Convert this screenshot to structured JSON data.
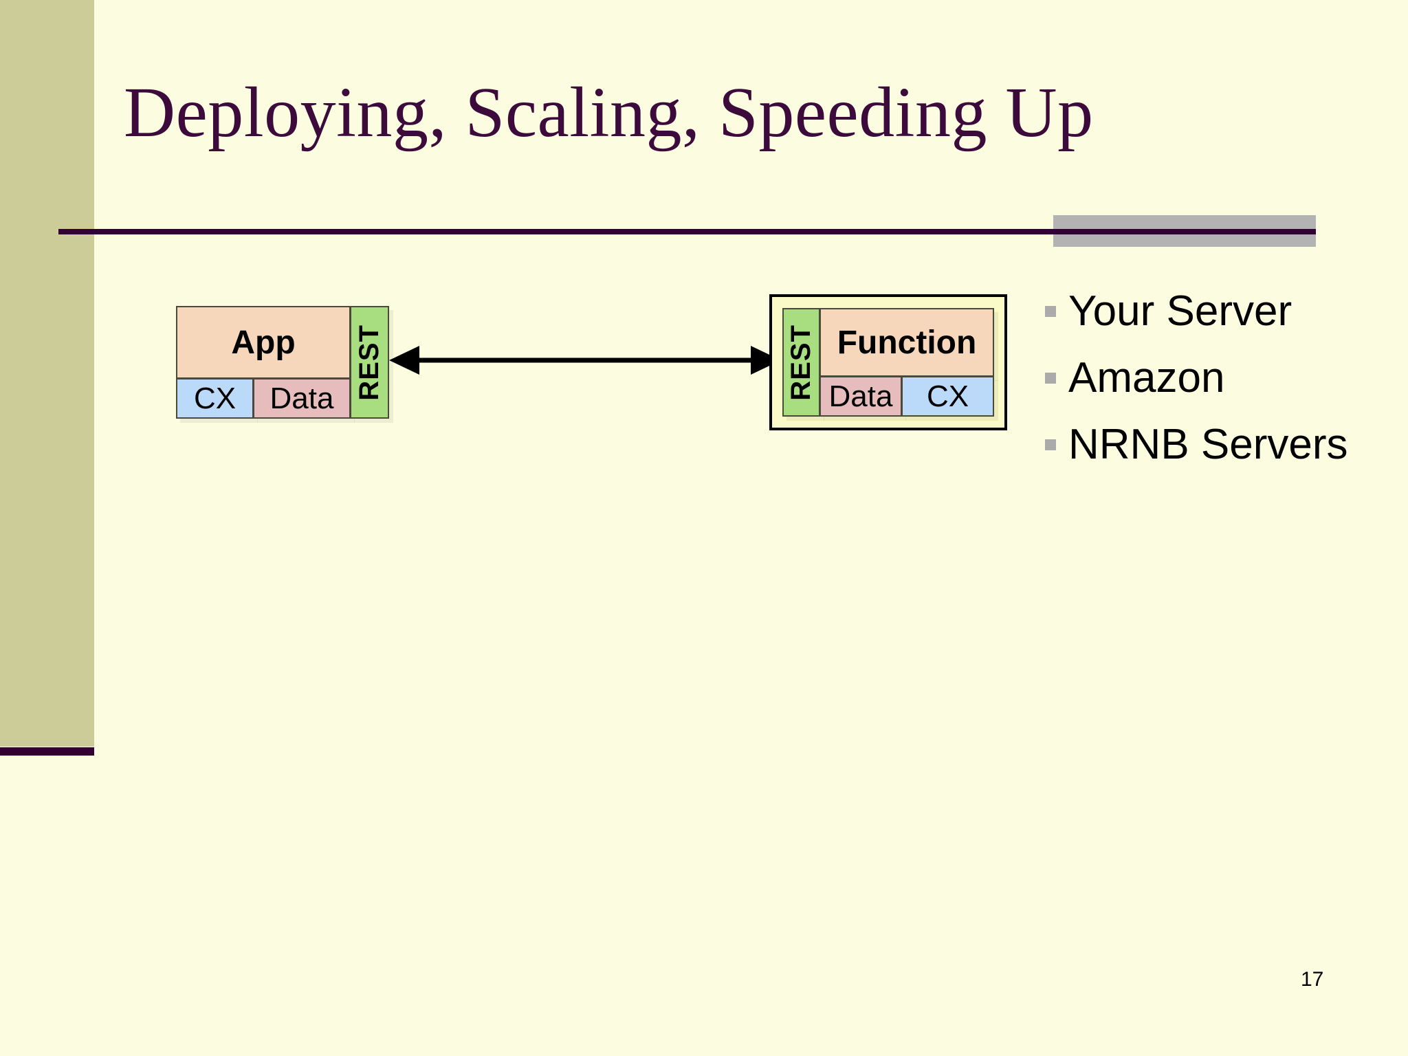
{
  "slide": {
    "title": "Deploying, Scaling, Speeding Up",
    "page_number": "17",
    "background_color": "#FCFCE0",
    "accent_stripe_color": "#CCCC99",
    "title_color": "#3C0B3C",
    "rule_color": "#330033",
    "rule_shadow_color": "#B3B3B3"
  },
  "diagram": {
    "left_group": {
      "app": "App",
      "cx": "CX",
      "data": "Data",
      "rest": "REST"
    },
    "right_group": {
      "rest": "REST",
      "function": "Function",
      "data": "Data",
      "cx": "CX"
    },
    "connector": {
      "kind": "double-headed-arrow",
      "color": "#000000"
    },
    "colors": {
      "app": "#F7D7BB",
      "function": "#F7D7BB",
      "rest": "#A9DE80",
      "cx": "#BBD9F9",
      "data": "#E7BCBC",
      "frame_fill": "#FAFAC8",
      "frame_border": "#000000",
      "cell_border": "#4A4A3A"
    }
  },
  "bullets": {
    "marker_color": "#ABABAB",
    "items": [
      {
        "label": "Your Server"
      },
      {
        "label": "Amazon"
      },
      {
        "label": "NRNB Servers"
      }
    ]
  }
}
